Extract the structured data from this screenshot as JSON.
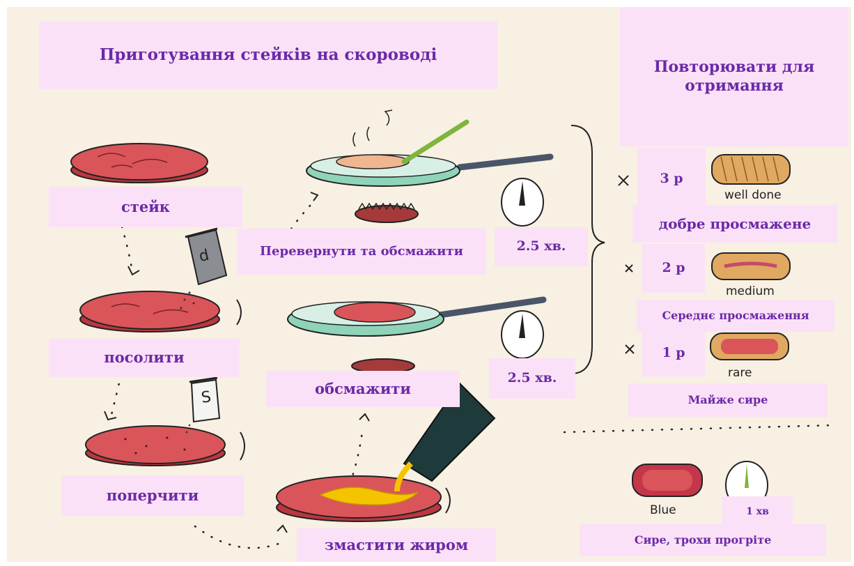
{
  "title": "Приготування стейків на скороводі",
  "repeat_header": "Повторювати для отримання",
  "steps": {
    "steak": "стейк",
    "salt": "посолити",
    "pepper": "поперчити",
    "oil": "змастити жиром",
    "fry": "обсмажити",
    "flip": "Перевернути та обсмажити"
  },
  "times": {
    "fry": "2.5 хв.",
    "flip": "2.5 хв.",
    "blue": "1 хв"
  },
  "shaker_letters": {
    "salt": "d",
    "pepper": "S"
  },
  "doneness": [
    {
      "count": "3 р",
      "english": "well done",
      "label": "добре просмажене"
    },
    {
      "count": "2 р",
      "english": "medium",
      "label": "Середнє просмаження"
    },
    {
      "count": "1 р",
      "english": "rare",
      "label": "Майже сире"
    }
  ],
  "blue": {
    "english": "Blue",
    "label": "Сире, трохи прогріте"
  },
  "colors": {
    "label_bg": "#fbe1f7",
    "label_text": "#6b2aa8",
    "steak": "#d9555a",
    "pan": "#8fd4b8",
    "oil": "#f5c400",
    "bottle": "#1e3a3a"
  }
}
